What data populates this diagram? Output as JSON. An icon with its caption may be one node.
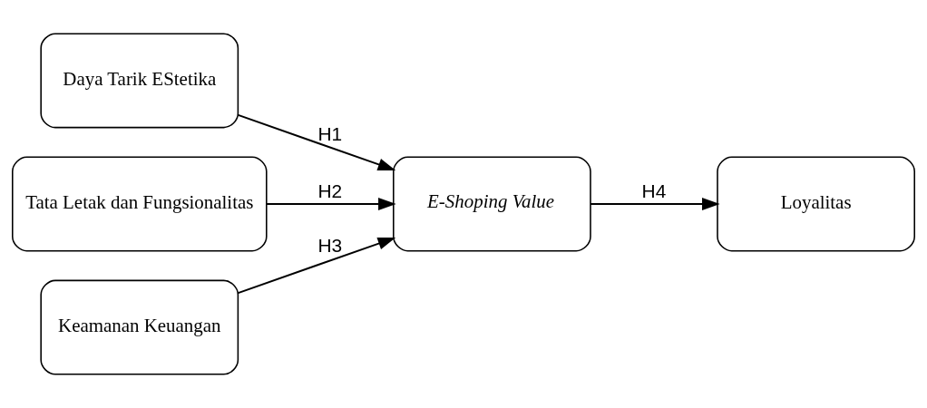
{
  "diagram": {
    "nodes": [
      {
        "text": [
          "Daya Tarik EStetika"
        ]
      },
      {
        "text": [
          "Tata Letak dan Fungsionalitas"
        ]
      },
      {
        "text": [
          "Keamanan Keuangan"
        ]
      },
      {
        "text": [
          "E-Shoping Value"
        ]
      },
      {
        "text": [
          "Loyalitas"
        ]
      }
    ],
    "edges": [
      {
        "from": 0,
        "to": 3,
        "arrow": "to",
        "label": "H1"
      },
      {
        "from": 1,
        "to": 3,
        "arrow": "to",
        "label": "H2"
      },
      {
        "from": 2,
        "to": 3,
        "arrow": "to",
        "label": "H3"
      },
      {
        "from": 3,
        "to": 4,
        "arrow": "to",
        "label": "H4"
      }
    ]
  }
}
